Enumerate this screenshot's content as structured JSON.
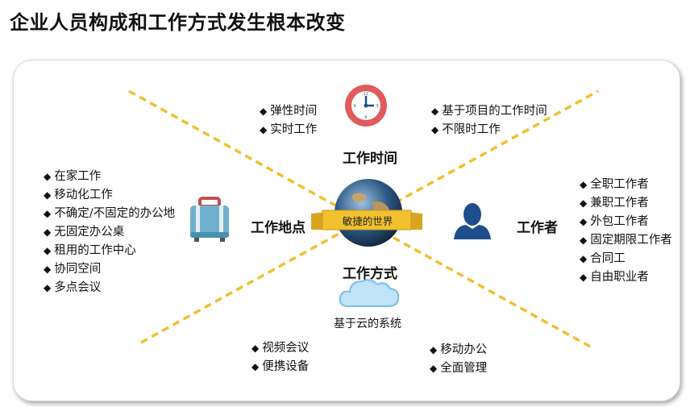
{
  "title": "企业人员构成和工作方式发生根本改变",
  "center": {
    "banner": "敏捷的世界"
  },
  "headings": {
    "time": "工作时间",
    "place": "工作地点",
    "worker": "工作者",
    "method": "工作方式"
  },
  "cloud_caption": "基于云的系统",
  "lists": {
    "time_left": [
      "弹性时间",
      "实时工作"
    ],
    "time_right": [
      "基于项目的工作时间",
      "不限时工作"
    ],
    "place": [
      "在家工作",
      "移动化工作",
      "不确定/不固定的办公地",
      "无固定办公桌",
      "租用的工作中心",
      "协同空间",
      "多点会议"
    ],
    "worker": [
      "全职工作者",
      "兼职工作者",
      "外包工作者",
      "固定期限工作者",
      "合同工",
      "自由职业者"
    ],
    "method_left": [
      "视频会议",
      "便携设备"
    ],
    "method_right": [
      "移动办公",
      "全面管理"
    ]
  },
  "icons": [
    "clock-icon",
    "suitcase-icon",
    "person-icon",
    "cloud-icon",
    "globe-icon"
  ],
  "colors": {
    "dashed_line": "#F0C030",
    "banner": "#F2C12E",
    "clock": "#E05A5E",
    "person": "#1E4E8C",
    "suitcase": "#6FB0CF",
    "cloud": "#9FD0F0"
  }
}
